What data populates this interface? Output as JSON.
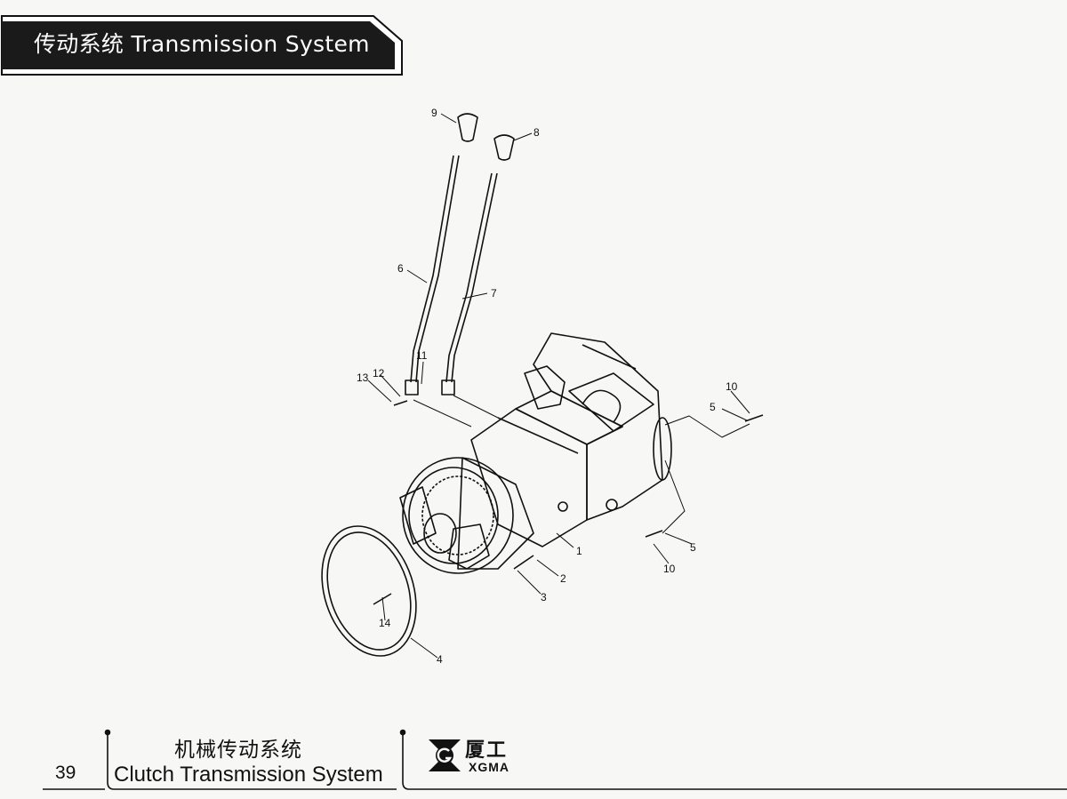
{
  "header": {
    "title": "传动系统  Transmission System"
  },
  "diagram": {
    "callouts": [
      {
        "num": "1"
      },
      {
        "num": "2"
      },
      {
        "num": "3"
      },
      {
        "num": "4"
      },
      {
        "num": "5"
      },
      {
        "num": "5"
      },
      {
        "num": "6"
      },
      {
        "num": "7"
      },
      {
        "num": "8"
      },
      {
        "num": "9"
      },
      {
        "num": "10"
      },
      {
        "num": "10"
      },
      {
        "num": "11"
      },
      {
        "num": "12"
      },
      {
        "num": "13"
      },
      {
        "num": "14"
      }
    ]
  },
  "footer": {
    "page_number": "39",
    "section_cn": "机械传动系统",
    "section_en": "Clutch Transmission System",
    "brand_cn": "厦工",
    "brand_en": "XGMA"
  }
}
